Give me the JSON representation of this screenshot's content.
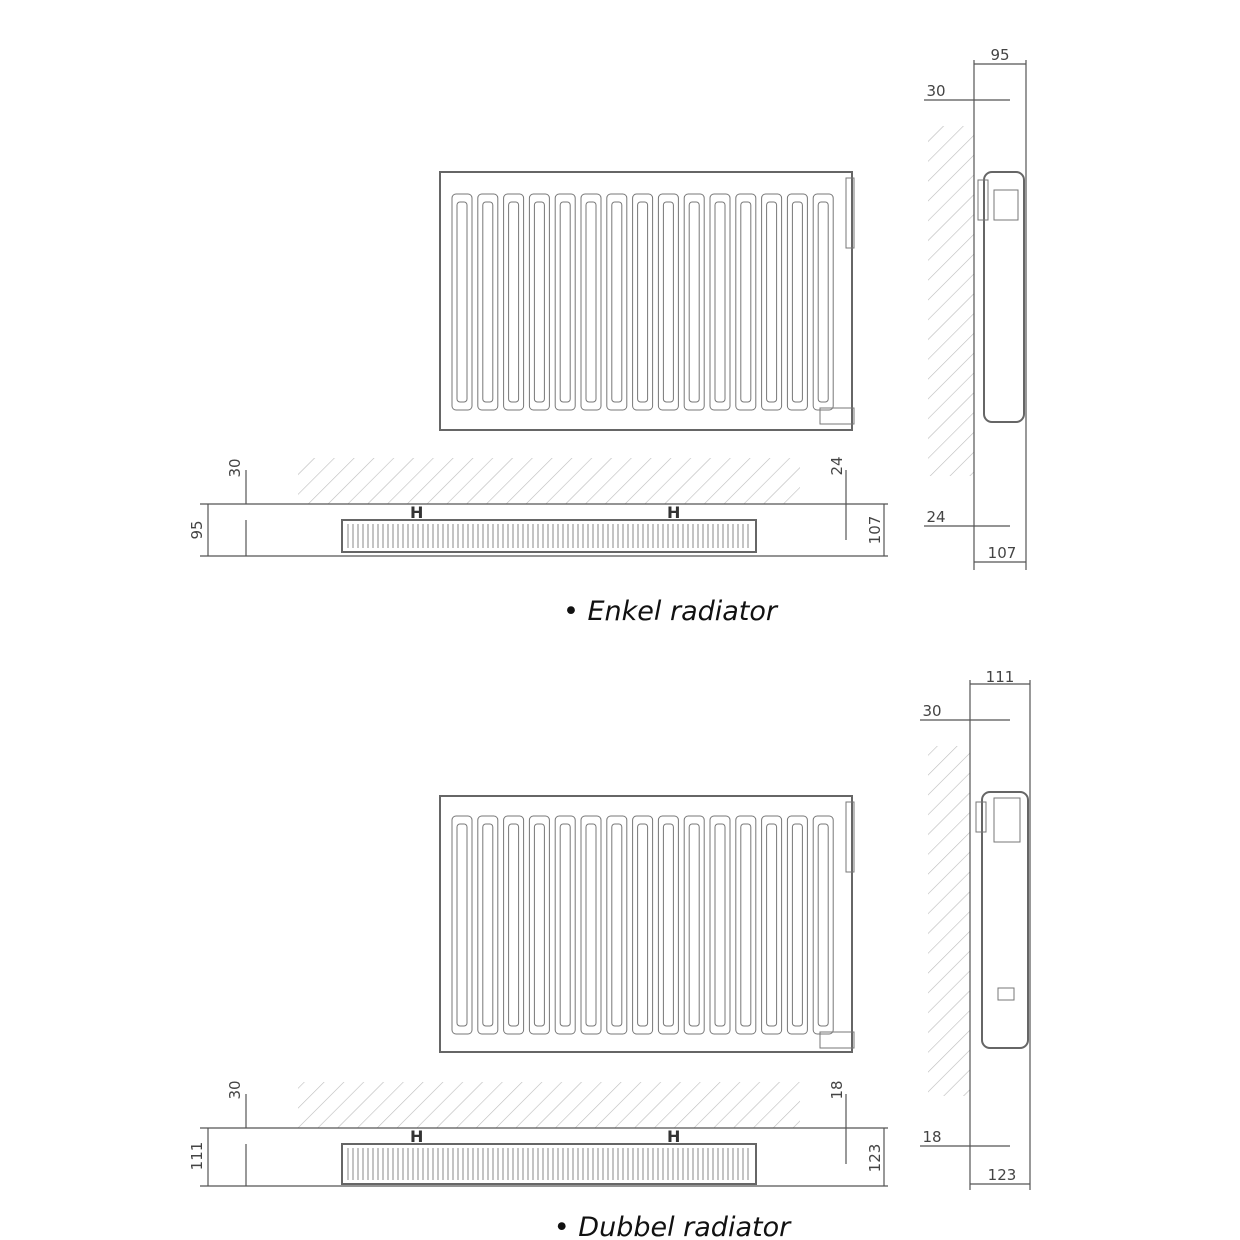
{
  "colors": {
    "line": "#555555",
    "hatch": "#bbbbbb",
    "text": "#111111"
  },
  "panels": [
    {
      "caption": "• Enkel radiator",
      "plan": {
        "left_depth": "95",
        "wall_gap": "30",
        "right_gap": "24",
        "right_depth": "107"
      },
      "side": {
        "top_width": "95",
        "top_gap": "30",
        "bottom_gap": "24",
        "bottom_width": "107"
      }
    },
    {
      "caption": "• Dubbel radiator",
      "plan": {
        "left_depth": "111",
        "wall_gap": "30",
        "right_gap": "18",
        "right_depth": "123"
      },
      "side": {
        "top_width": "111",
        "top_gap": "30",
        "bottom_gap": "18",
        "bottom_width": "123"
      }
    }
  ]
}
